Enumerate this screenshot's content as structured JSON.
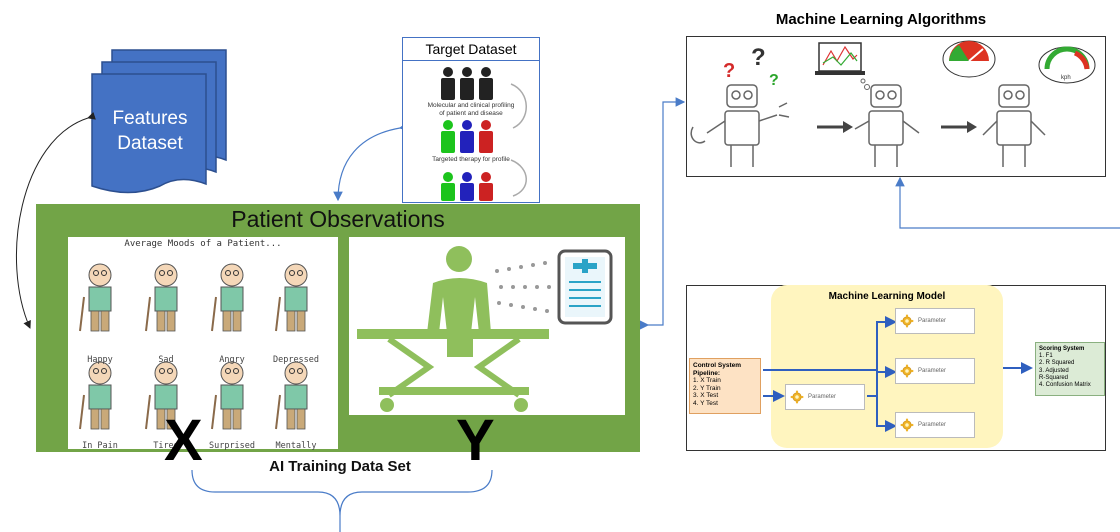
{
  "features": {
    "line1": "Features",
    "line2": "Dataset"
  },
  "target": {
    "title": "Target Dataset",
    "caption1": "Molecular and clinical profiling",
    "caption2": "of patient and disease",
    "caption3": "Targeted therapy for profile"
  },
  "ml_algorithms": {
    "title": "Machine Learning Algorithms",
    "gauge_label": "kph"
  },
  "patient": {
    "title": "Patient Observations",
    "moods_title": "Average Moods of a Patient...",
    "moods": [
      "Happy",
      "Sad",
      "Angry",
      "Depressed",
      "In Pain",
      "Tired",
      "Surprised",
      "Mentally"
    ],
    "x_label": "X",
    "y_label": "Y"
  },
  "training_label": "AI Training Data Set",
  "ml_model": {
    "title": "Machine Learning Model",
    "pipeline": [
      "Control System",
      "Pipeline:",
      "1. X Train",
      "2. Y Train",
      "3. X Test",
      "4. Y Test"
    ],
    "param_label": "Parameter",
    "scoring": [
      "Scoring System",
      "1. F1",
      "2. R Squared",
      "3. Adjusted",
      "R-Squared",
      "4. Confusion Matrix"
    ]
  },
  "colors": {
    "green_panel": "#72a447",
    "features_blue": "#4472c4",
    "figure_green": "#8fbf5c",
    "connector_blue": "#4a7cc8",
    "model_yellow": "#fff5bf",
    "pipeline_fill": "#fde2c4",
    "scoring_fill": "#dcebd6"
  },
  "icons": [
    "question-mark-icon",
    "laptop-chart-icon",
    "speedometer-icon",
    "robot-icon",
    "arrow-right-icon",
    "gear-icon",
    "document-icon",
    "stretcher-icon"
  ]
}
